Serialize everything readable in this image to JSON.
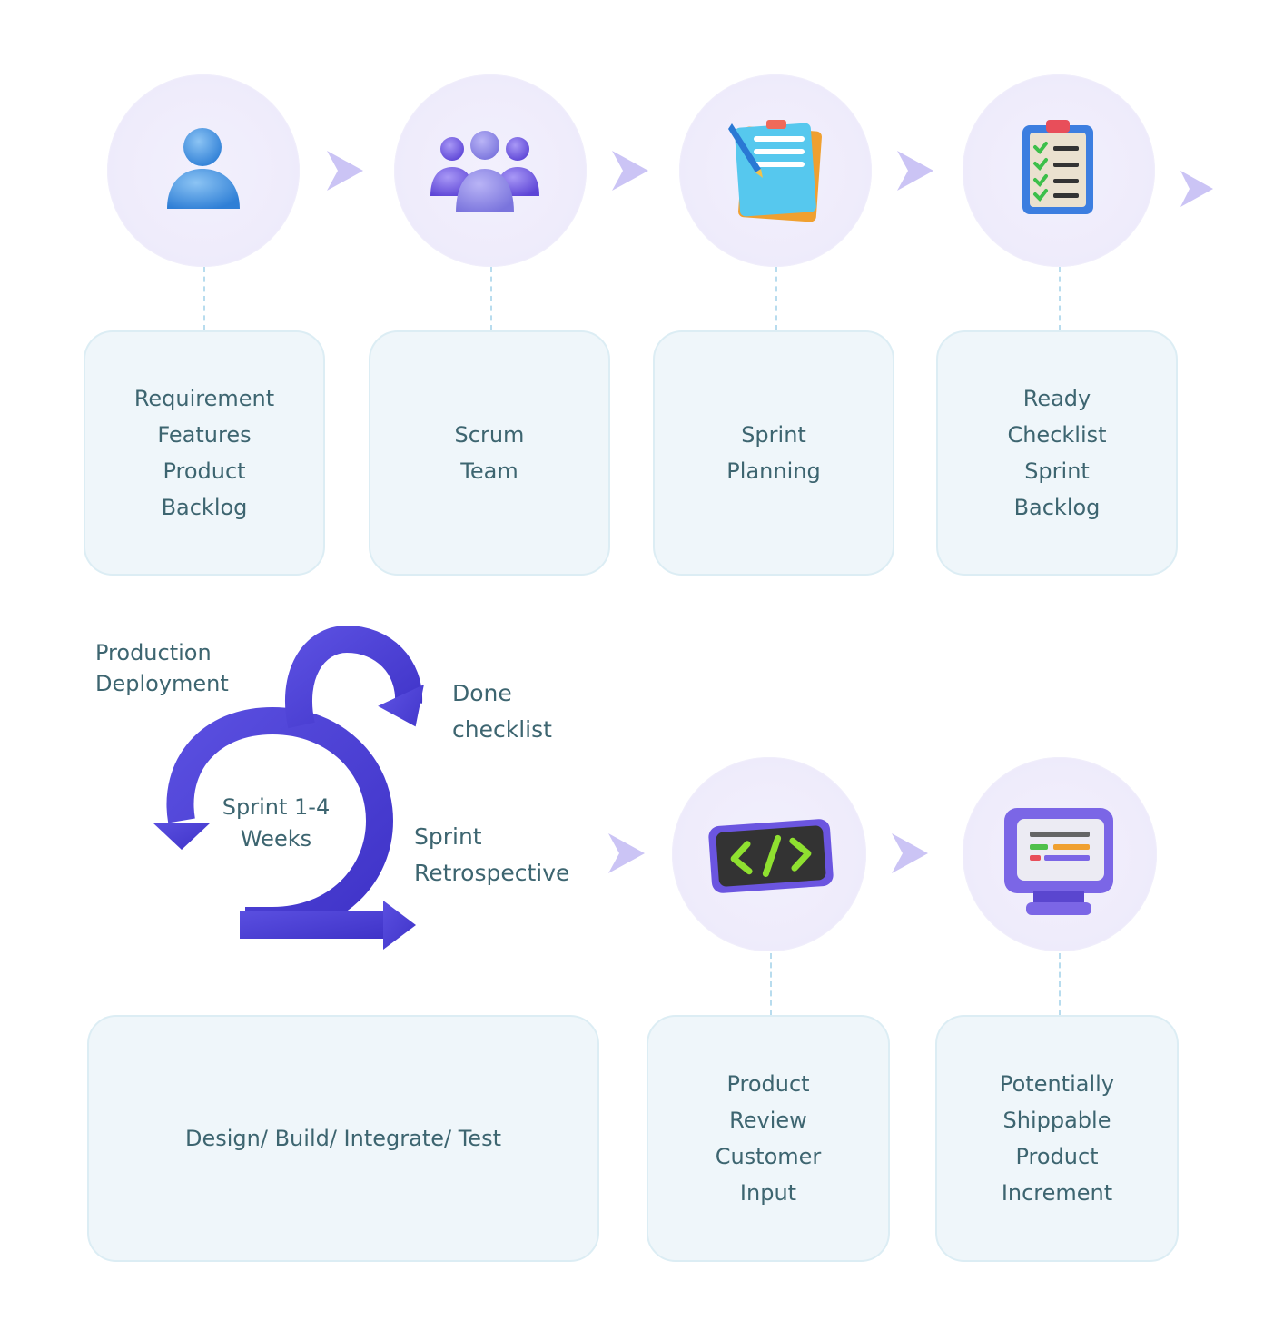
{
  "steps": [
    {
      "lines": [
        "Requirement",
        "Features",
        "Product",
        "Backlog"
      ],
      "icon": "user-icon"
    },
    {
      "lines": [
        "Scrum",
        "Team"
      ],
      "icon": "team-icon"
    },
    {
      "lines": [
        "Sprint",
        "Planning"
      ],
      "icon": "notepad-icon"
    },
    {
      "lines": [
        "Ready",
        "Checklist",
        "Sprint",
        "Backlog"
      ],
      "icon": "checklist-icon"
    }
  ],
  "cycle": {
    "center": [
      "Sprint 1-4",
      "Weeks"
    ],
    "production": [
      "Production",
      "Deployment"
    ],
    "done": [
      "Done",
      "checklist"
    ],
    "retro": [
      "Sprint",
      "Retrospective"
    ]
  },
  "bottom": [
    {
      "lines": [
        "Design/ Build/ Integrate/ Test"
      ]
    },
    {
      "lines": [
        "Product",
        "Review",
        "Customer",
        "Input"
      ],
      "icon": "code-icon"
    },
    {
      "lines": [
        "Potentially",
        "Shippable",
        "Product",
        "Increment"
      ],
      "icon": "monitor-icon"
    }
  ],
  "colors": {
    "card_bg": "#eff6fa",
    "text": "#3d6570",
    "cycle_arrow": "#4b3fd6",
    "chevron": "#c9c2f5"
  }
}
